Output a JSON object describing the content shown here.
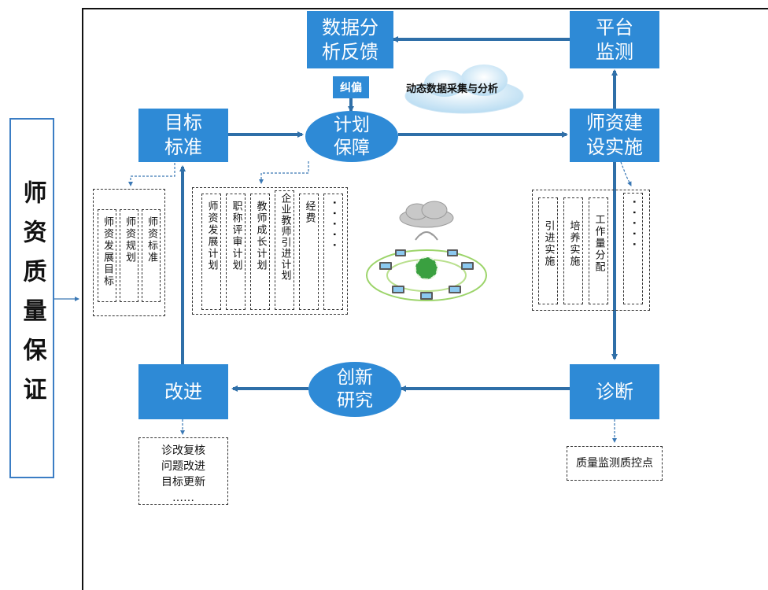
{
  "left_label": "师资质量保证",
  "nodes": {
    "data_feedback": "数据分析反馈",
    "platform": "平台监测",
    "goal": "目标标准",
    "plan": "计划保障",
    "build": "师资建设实施",
    "improve": "改进",
    "innovate": "创新研究",
    "diagnose": "诊断"
  },
  "correct_label": "纠偏",
  "cloud_label": "动态数据采集与分析",
  "goal_items": [
    "师资发展目标",
    "师资规划",
    "师资标准"
  ],
  "plan_items": [
    "师资发展计划",
    "职称评审计划",
    "教师成长计划",
    "企业教师引进计划",
    "经费",
    "·  ·  ·  ·  ·"
  ],
  "build_items": [
    "引进实施",
    "培养实施",
    "工作量分配",
    "·  ·  ·  ·  ·"
  ],
  "improve_notes": [
    "诊改复核",
    "问题改进",
    "目标更新",
    "……"
  ],
  "diagnose_note": "质量监测质控点"
}
